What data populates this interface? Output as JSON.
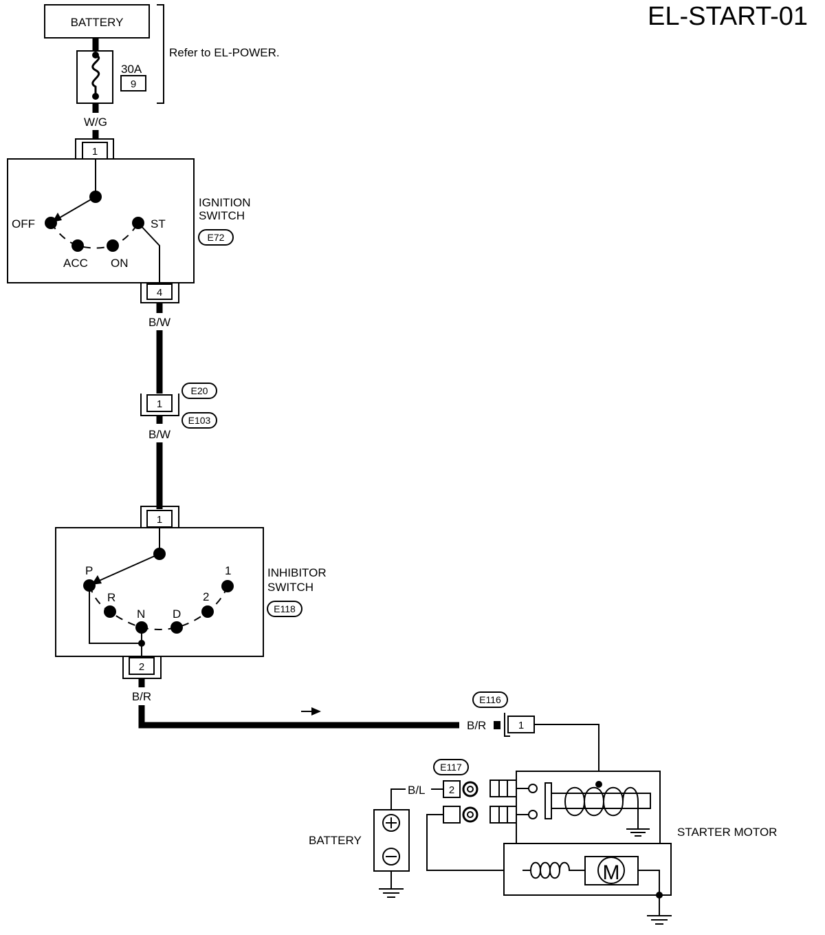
{
  "page_title": "EL-START-01",
  "battery_top": {
    "label": "BATTERY"
  },
  "fuse": {
    "rating": "30A",
    "number": "9"
  },
  "note": "Refer to EL-POWER.",
  "wires": {
    "wg": "W/G",
    "bw_1": "B/W",
    "bw_2": "B/W",
    "br_1": "B/R",
    "br_2": "B/R",
    "bl": "B/L"
  },
  "ignition_switch": {
    "label_line1": "IGNITION",
    "label_line2": "SWITCH",
    "connector": "E72",
    "pin_in": "1",
    "pin_out": "4",
    "positions": {
      "off": "OFF",
      "acc": "ACC",
      "on": "ON",
      "st": "ST"
    }
  },
  "joint_connector": {
    "top": "E20",
    "bottom": "E103",
    "pin": "1"
  },
  "inhibitor_switch": {
    "label_line1": "INHIBITOR",
    "label_line2": "SWITCH",
    "connector": "E118",
    "pin_in": "1",
    "pin_out": "2",
    "positions": {
      "p": "P",
      "r": "R",
      "n": "N",
      "d": "D",
      "two": "2",
      "one": "1"
    }
  },
  "starter_connector_e116": {
    "id": "E116",
    "pin": "1"
  },
  "starter_connector_e117": {
    "id": "E117",
    "pin": "2"
  },
  "battery_bottom": {
    "label": "BATTERY"
  },
  "starter_motor": {
    "label": "STARTER MOTOR",
    "motor_symbol": "M"
  }
}
